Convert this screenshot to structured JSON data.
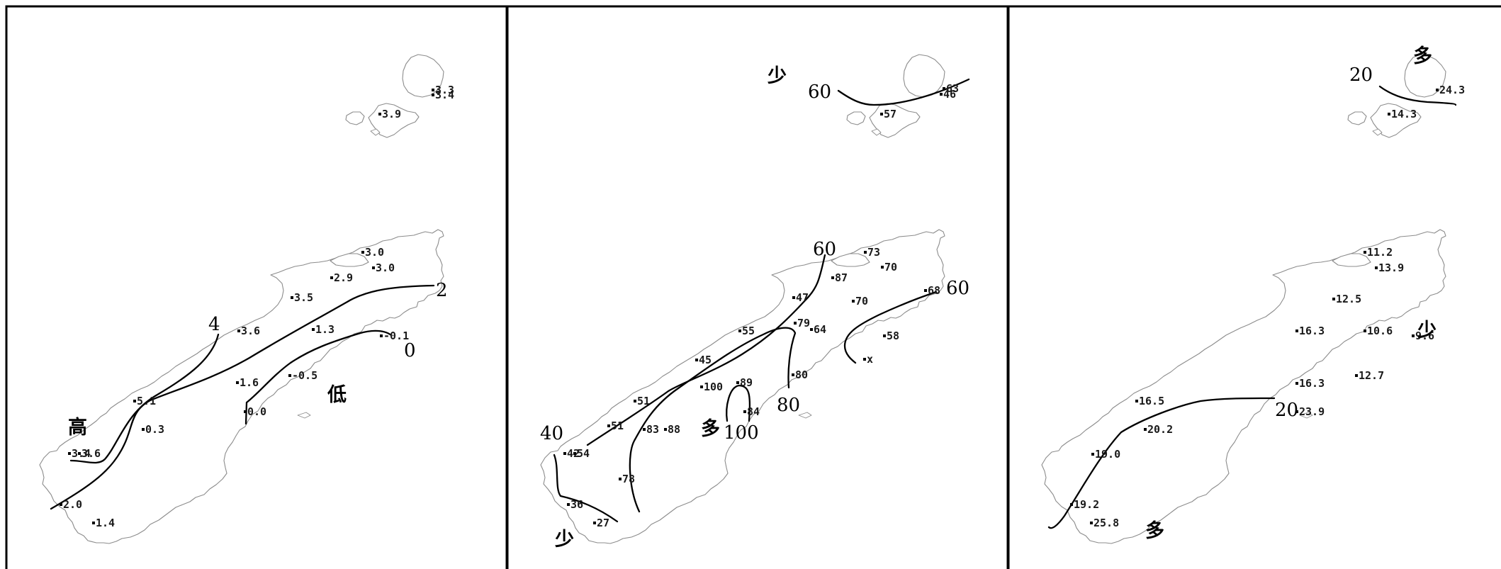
{
  "panels": [
    {
      "stations": [
        {
          "value": "3.3"
        },
        {
          "value": "3.4"
        },
        {
          "value": "3.9"
        },
        {
          "value": "3.0"
        },
        {
          "value": "3.0"
        },
        {
          "value": "2.9"
        },
        {
          "value": "3.5"
        },
        {
          "value": "3.6"
        },
        {
          "value": "1.3"
        },
        {
          "value": "-0.1"
        },
        {
          "value": "1.6"
        },
        {
          "value": "-0.5"
        },
        {
          "value": "5.1"
        },
        {
          "value": "0.0"
        },
        {
          "value": "0.3"
        },
        {
          "value": "3.4"
        },
        {
          "value": "3.6"
        },
        {
          "value": "2.0"
        },
        {
          "value": "1.4"
        }
      ],
      "isoline_labels": [
        "4",
        "2",
        "0"
      ],
      "region_labels": [
        "高",
        "低"
      ]
    },
    {
      "stations": [
        {
          "value": "63"
        },
        {
          "value": "46"
        },
        {
          "value": "57"
        },
        {
          "value": "73"
        },
        {
          "value": "70"
        },
        {
          "value": "87"
        },
        {
          "value": "47"
        },
        {
          "value": "70"
        },
        {
          "value": "68"
        },
        {
          "value": "55"
        },
        {
          "value": "79"
        },
        {
          "value": "64"
        },
        {
          "value": "58"
        },
        {
          "value": "45"
        },
        {
          "value": "x"
        },
        {
          "value": "80"
        },
        {
          "value": "100"
        },
        {
          "value": "89"
        },
        {
          "value": "51"
        },
        {
          "value": "84"
        },
        {
          "value": "51"
        },
        {
          "value": "83"
        },
        {
          "value": "88"
        },
        {
          "value": "42"
        },
        {
          "value": "54"
        },
        {
          "value": "78"
        },
        {
          "value": "36"
        },
        {
          "value": "27"
        }
      ],
      "isoline_labels": [
        "60",
        "60",
        "60",
        "80",
        "100",
        "40"
      ],
      "region_labels": [
        "少",
        "多",
        "少"
      ]
    },
    {
      "stations": [
        {
          "value": "24.3"
        },
        {
          "value": "14.3"
        },
        {
          "value": "11.2"
        },
        {
          "value": "13.9"
        },
        {
          "value": "12.5"
        },
        {
          "value": "16.3"
        },
        {
          "value": "10.6"
        },
        {
          "value": "9.6"
        },
        {
          "value": "16.3"
        },
        {
          "value": "12.7"
        },
        {
          "value": "16.5"
        },
        {
          "value": "23.9"
        },
        {
          "value": "20.2"
        },
        {
          "value": "19.0"
        },
        {
          "value": "19.2"
        },
        {
          "value": "25.8"
        }
      ],
      "isoline_labels": [
        "20",
        "20"
      ],
      "region_labels": [
        "多",
        "少",
        "多"
      ]
    }
  ],
  "colors": {
    "line": "#000000",
    "coast": "#8c8c8c",
    "text": "#1a1a1a",
    "background": "#ffffff"
  }
}
